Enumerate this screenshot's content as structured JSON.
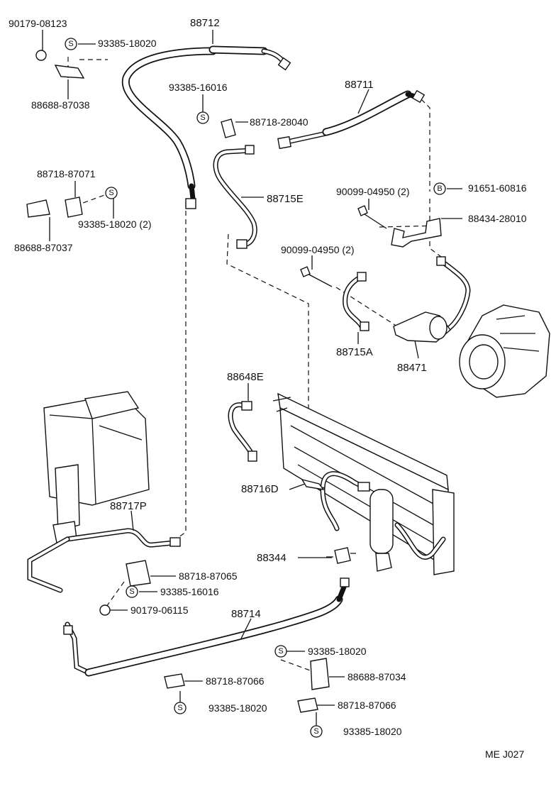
{
  "labels": {
    "p90179_08123": "90179-08123",
    "p93385_18020_a": "93385-18020",
    "p88712": "88712",
    "p88688_87038": "88688-87038",
    "p93385_16016_a": "93385-16016",
    "p88718_28040": "88718-28040",
    "p88711": "88711",
    "p88718_87071": "88718-87071",
    "p93385_18020_2": "93385-18020 (2)",
    "p88688_87037": "88688-87037",
    "p88715E": "88715E",
    "p90099_04950_a": "90099-04950 (2)",
    "p91651_60816": "91651-60816",
    "p88434_28010": "88434-28010",
    "p90099_04950_b": "90099-04950 (2)",
    "p88715A": "88715A",
    "p88471": "88471",
    "p88648E": "88648E",
    "p88716D": "88716D",
    "p88717P": "88717P",
    "p88344": "88344",
    "p88718_87065": "88718-87065",
    "p93385_16016_b": "93385-16016",
    "p90179_06115": "90179-06115",
    "p88714": "88714",
    "p93385_18020_c": "93385-18020",
    "p88688_87034": "88688-87034",
    "p88718_87066_a": "88718-87066",
    "p93385_18020_d": "93385-18020",
    "p88718_87066_b": "88718-87066",
    "p93385_18020_e": "93385-18020",
    "ref_code": "ME J027"
  },
  "symbols": {
    "s_mark": "S",
    "b_mark": "B"
  }
}
